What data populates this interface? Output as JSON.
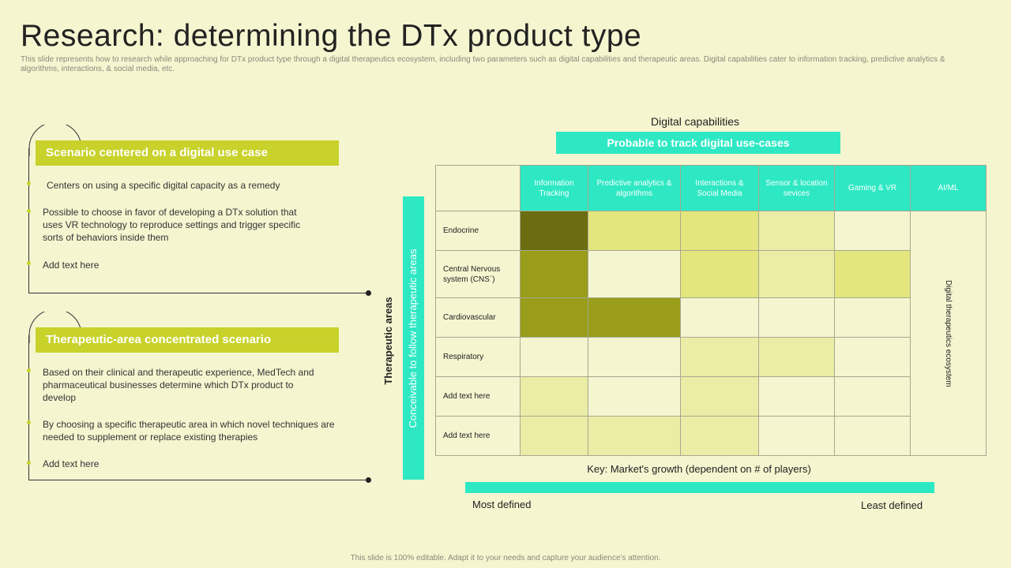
{
  "page": {
    "title": "Research: determining the DTx product type",
    "subtitle": "This slide represents how to research while approaching for DTx product type through a digital therapeutics ecosystem, including two parameters such as digital capabilities and therapeutic areas. Digital  capabilities cater to information tracking, predictive analytics & algorithms, interactions, & social media,  etc.",
    "footer": "This slide is 100% editable. Adapt it to your needs and capture your audience's attention."
  },
  "scenarios": [
    {
      "heading": "Scenario centered on a digital use case",
      "bullets": [
        "Centers on using a specific digital capacity as a remedy",
        "Possible to choose in favor  of developing  a DTx solution that uses VR technology to reproduce  settings and trigger specific sorts of behaviors  inside them",
        "Add text here"
      ]
    },
    {
      "heading": "Therapeutic-area concentrated scenario",
      "bullets": [
        "Based on their clinical and therapeutic experience, MedTech  and  pharmaceutical businesses determine which DTx  product to develop",
        "By choosing a specific therapeutic area in which novel techniques are needed to supplement or replace existing therapies",
        "Add text here"
      ]
    }
  ],
  "matrix": {
    "digital_capabilities_label": "Digital capabilities",
    "top_banner": "Probable to track digital use-cases",
    "therapeutic_areas_label": "Therapeutic areas",
    "side_banner": "Conceivable to follow therapeutic areas",
    "columns": [
      "Information Tracking",
      "Predictive analytics & algorithms",
      "Interactions & Social Media",
      "Sensor & location sevices",
      "Gaming & VR",
      "AI/ML"
    ],
    "rows": [
      {
        "label": "Endocrine",
        "levels": [
          4,
          2,
          2,
          1,
          0
        ]
      },
      {
        "label": "Central Nervous system (CNS`)",
        "levels": [
          3,
          0,
          2,
          1,
          2
        ]
      },
      {
        "label": "Cardiovascular",
        "levels": [
          3,
          3,
          0,
          0,
          0
        ]
      },
      {
        "label": "Respiratory",
        "levels": [
          0,
          0,
          1,
          1,
          0
        ]
      },
      {
        "label": "Add text here",
        "levels": [
          1,
          0,
          1,
          0,
          0
        ]
      },
      {
        "label": "Add text here",
        "levels": [
          1,
          1,
          1,
          0,
          0
        ]
      }
    ],
    "ecosystem_label": "Digital therapeutics ecosystem",
    "shade_colors": [
      "#f5f5d0",
      "#ebeda6",
      "#e3e67c",
      "#999d1a",
      "#6b6d10"
    ],
    "accent_teal": "#2ee8c4",
    "accent_lime": "#c8d22a"
  },
  "key": {
    "label": "Key: Market's growth (dependent  on # of players)",
    "most": "Most defined",
    "least": "Least  defined"
  }
}
